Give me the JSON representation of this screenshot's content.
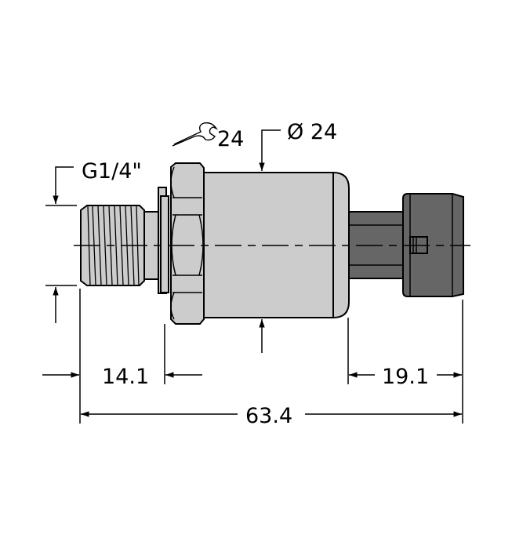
{
  "drawing": {
    "title": "Pressure transmitter dimensional drawing",
    "colors": {
      "body_fill": "#cccccc",
      "connector_fill": "#666666",
      "line": "#000000",
      "background": "#ffffff"
    },
    "annotations": {
      "thread": "G1/4\"",
      "wrench_size": "24",
      "diameter": "Ø 24"
    },
    "dimensions": {
      "thread_to_hex": "14.1",
      "connector_length": "19.1",
      "overall_length": "63.4"
    },
    "icons": {
      "wrench": "wrench-icon"
    }
  }
}
